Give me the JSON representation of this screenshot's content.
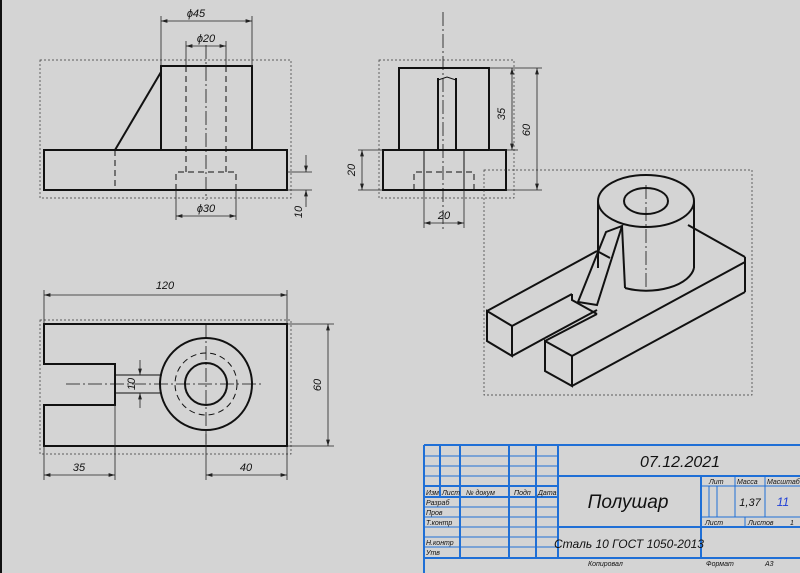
{
  "dimensions": {
    "d45": "ϕ45",
    "d20": "ϕ20",
    "d30": "ϕ30",
    "h10": "10",
    "h20_left": "20",
    "h35": "35",
    "h60_side": "60",
    "w20_side": "20",
    "w120": "120",
    "w35": "35",
    "w40": "40",
    "h60_plan": "60",
    "slot10": "10"
  },
  "title_block": {
    "date": "07.12.2021",
    "part_name": "Полушар",
    "material": "Сталь 10  ГОСТ 1050-2013",
    "col_izm": "Изм",
    "col_list": "Лист",
    "col_doc": "№ докум",
    "col_sign": "Подп",
    "col_date": "Дата",
    "row_razrab": "Разраб",
    "row_prov": "Пров",
    "row_tkontr": "Т.контр",
    "row_nkontr": "Н.контр",
    "row_utv": "Утв",
    "lit_label": "Лит",
    "mass_label": "Масса",
    "scale_label": "Масштаб",
    "mass_value": "1,37",
    "scale_value": "11",
    "sheet_label": "Лист",
    "sheets_label": "Листов",
    "sheets_value": "1",
    "copied": "Копировал",
    "format": "Формат",
    "format_value": "А3"
  },
  "colors": {
    "background": "#d4d4d4",
    "title_block_lines": "#1f6fd6",
    "scale_value": "#1f3fd6",
    "drawing_lines": "#111111"
  }
}
